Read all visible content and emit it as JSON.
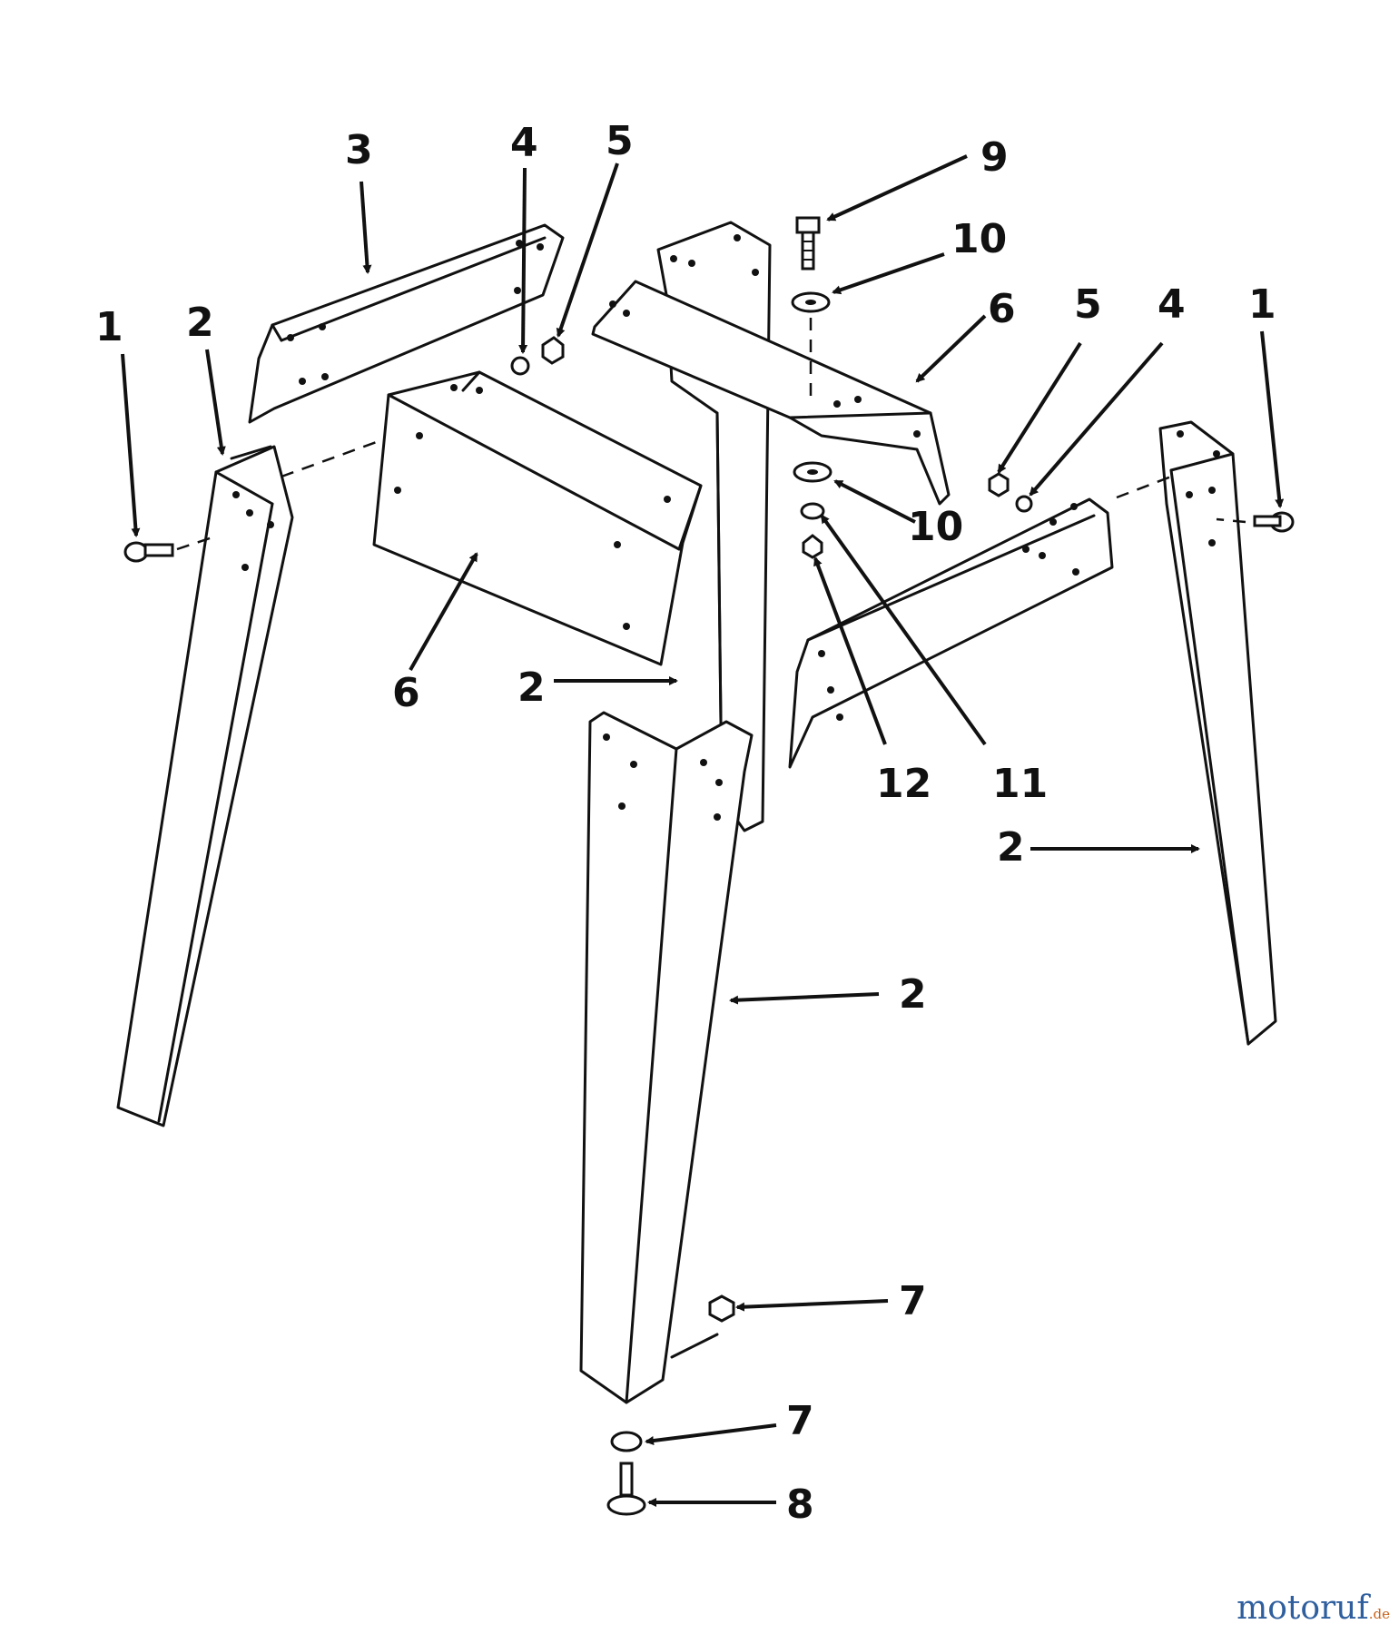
{
  "callouts": {
    "c1_left": "1",
    "c2_left": "2",
    "c3": "3",
    "c4_left": "4",
    "c5_left": "5",
    "c9": "9",
    "c10_top": "10",
    "c6_right": "6",
    "c5_right": "5",
    "c4_right": "4",
    "c1_right": "1",
    "c10_mid": "10",
    "c6_left": "6",
    "c2_center": "2",
    "c12": "12",
    "c11": "11",
    "c2_right": "2",
    "c2_front": "2",
    "c7_upper": "7",
    "c7_lower": "7",
    "c8": "8"
  },
  "watermark": {
    "name": "motoruf",
    "tld": ".de"
  },
  "colors": {
    "line": "#111111",
    "background": "#ffffff",
    "watermark_blue": "#2f5f9e",
    "watermark_orange": "#c8611a"
  }
}
